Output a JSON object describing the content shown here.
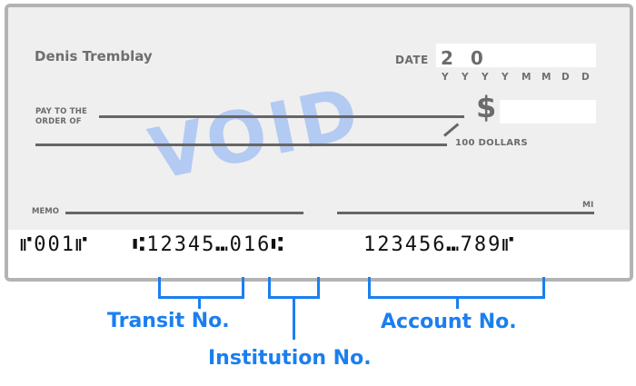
{
  "check": {
    "account_holder": "Denis Tremblay",
    "date": {
      "label": "DATE",
      "prefilled": "2 0",
      "format_letters": [
        "Y",
        "Y",
        "Y",
        "Y",
        "M",
        "M",
        "D",
        "D"
      ]
    },
    "pay_to_label_line1": "PAY TO THE",
    "pay_to_label_line2": "ORDER OF",
    "currency_symbol": "$",
    "amount_words_suffix": "100 DOLLARS",
    "memo_label": "MEMO",
    "signature_label": "MI",
    "watermark": "VOID",
    "colors": {
      "watermark": "#78a5f5",
      "annotation": "#1a7ff0",
      "background": "#efefef",
      "border": "#b3b3b3"
    }
  },
  "micr": {
    "cheque_number": "⑈001⑈",
    "transit_block": "⑆12345⑉016⑆",
    "account_block": "123456⑉789⑈",
    "transit_number": "12345",
    "institution_number": "016",
    "account_number": "123456789"
  },
  "annotations": {
    "transit": "Transit No.",
    "institution": "Institution No.",
    "account": "Account No."
  }
}
